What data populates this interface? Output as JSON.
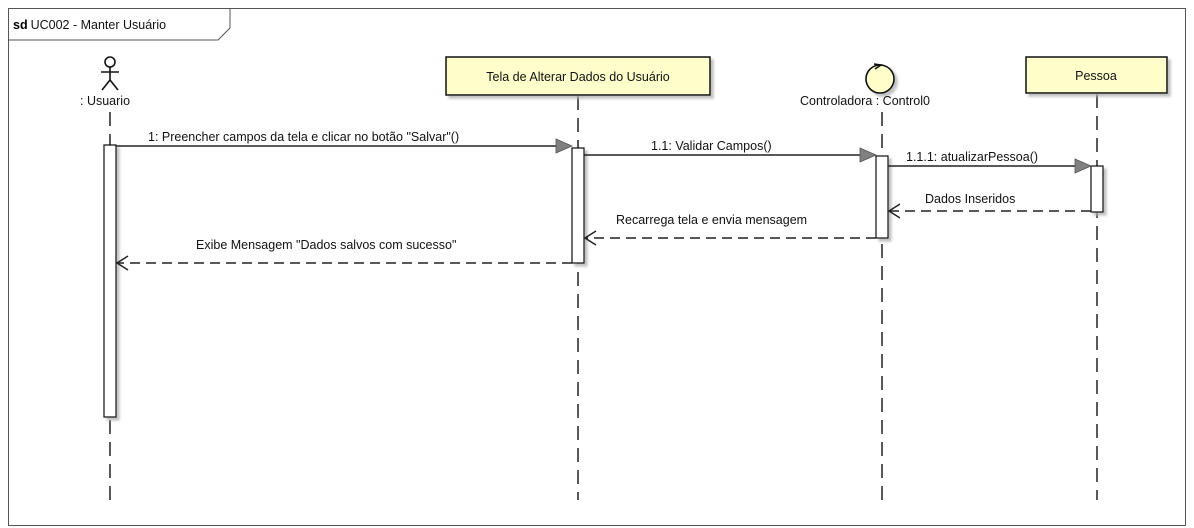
{
  "frame": {
    "keyword": "sd",
    "title": "UC002 - Manter Usuário"
  },
  "participants": {
    "actor": {
      "label": ": Usuario",
      "icon": "actor-stick-figure-icon"
    },
    "screen": {
      "label": "Tela de Alterar Dados do Usuário"
    },
    "controller": {
      "label": "Controladora : Control0",
      "icon": "control-circle-icon"
    },
    "entity": {
      "label": "Pessoa"
    }
  },
  "messages": {
    "m1": "1: Preencher  campos da tela e clicar no botão \"Salvar\"()",
    "m11": "1.1: Validar Campos()",
    "m111": "1.1.1: atualizarPessoa()",
    "r111": "Dados Inseridos",
    "r11": "Recarrega tela e envia mensagem",
    "r1": "Exibe Mensagem \"Dados salvos com sucesso\""
  },
  "colors": {
    "lifeline_head_fill": "#ffffcc",
    "line": "#222222",
    "arrow_head": "#808080",
    "shadow": "#c8c8c8",
    "frame": "#555555"
  }
}
